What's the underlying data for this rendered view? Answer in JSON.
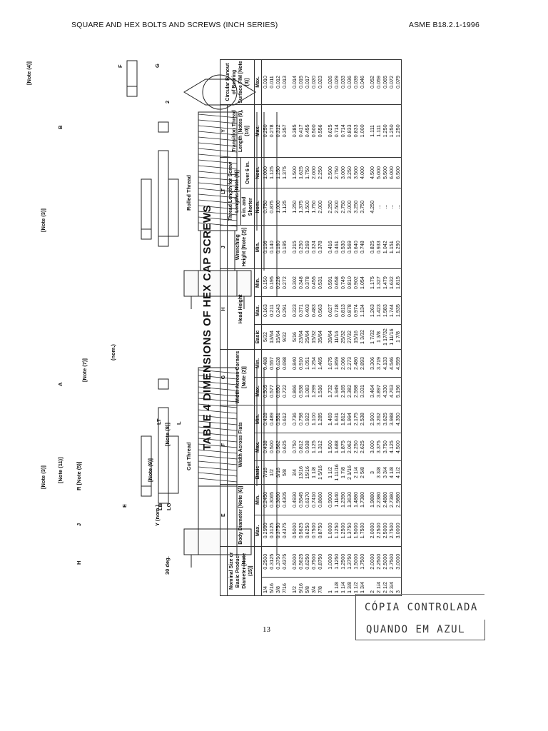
{
  "header": {
    "left": "SQUARE AND HEX BOLTS AND SCREWS (INCH SERIES)",
    "right": "ASME B18.2.1-1996"
  },
  "figure": {
    "cut_caption": "Cut Thread",
    "rolled_caption": "Rolled Thread",
    "labels": {
      "note3a": "[Note (3)]",
      "note3b": "[Note (3)]",
      "note4": "[Note (4)]",
      "note5": "R [Note (5)]",
      "note7": "[Note (7)]",
      "note8": "[Note (8)]",
      "note9": "[Note (9)]",
      "note11": "[Note (11)]",
      "angle": "30 deg.",
      "ynom": "Y (nom.)",
      "nom": "(nom.)",
      "two": "2",
      "ltg": "L",
      "h": "H",
      "j": "J",
      "e": "E",
      "f": "F",
      "g": "G",
      "a": "A",
      "b": "B",
      "lt": "LT",
      "lg": "LG",
      "lb": "LB"
    }
  },
  "table": {
    "title": "TABLE 4   DIMENSIONS OF HEX CAP SCREWS",
    "letters": [
      "E",
      "F",
      "G",
      "H",
      "J",
      "LT",
      "Y"
    ],
    "headers": {
      "nominal": "Nominal Size or Basic Product Diameter [Note (15)]",
      "body": "Body Diameter [Note (6)]",
      "flats": "Width Across Flats",
      "corners": "Width Across Corners [Note (2)]",
      "head": "Head Height",
      "wrench": "Wrenching Height [Note (2)]",
      "thread": "Thread Length for Screw Lengths [Note (9)]",
      "transition": "Transition Thread Length [Notes (9), (10)]",
      "runout": "Circular Runout of Bearing Surface FIM [Note (3)]",
      "six_shorter": "6 in. and Shorter",
      "over_six": "Over 6 in.",
      "max": "Max.",
      "min": "Min.",
      "basic": "Basic",
      "nom": "Nom."
    },
    "groups": [
      [
        [
          "1/4",
          "0.2500",
          "0.2500",
          "0.2450",
          "7/16",
          "0.438",
          "0.428",
          "0.505",
          "0.488",
          "5/32",
          "0.163",
          "0.150",
          "0.106",
          "0.750",
          "1.000",
          "0.250",
          "0.010"
        ],
        [
          "5/16",
          "0.3125",
          "0.3125",
          "0.3065",
          "1/2",
          "0.500",
          "0.489",
          "0.577",
          "0.557",
          "13/64",
          "0.211",
          "0.195",
          "0.140",
          "0.875",
          "1.125",
          "0.278",
          "0.011"
        ],
        [
          "3/8",
          "0.3750",
          "0.3750",
          "0.3690",
          "9/16",
          "0.562",
          "0.551",
          "0.650",
          "0.628",
          "15/64",
          "0.243",
          "0.226",
          "0.160",
          "1.000",
          "1.250",
          "0.312",
          "0.012"
        ],
        [
          "7/16",
          "0.4375",
          "0.4375",
          "0.4305",
          "5/8",
          "0.625",
          "0.612",
          "0.722",
          "0.698",
          "9/32",
          "0.291",
          "0.272",
          "0.195",
          "1.125",
          "1.375",
          "0.357",
          "0.013"
        ]
      ],
      [
        [
          "1/2",
          "0.5000",
          "0.5000",
          "0.4930",
          "3/4",
          "0.750",
          "0.736",
          "0.866",
          "0.840",
          "5/16",
          "0.323",
          "0.302",
          "0.215",
          "1.250",
          "1.500",
          "0.385",
          "0.014"
        ],
        [
          "9/16",
          "0.5625",
          "0.5625",
          "0.5545",
          "13/16",
          "0.812",
          "0.798",
          "0.938",
          "0.910",
          "23/64",
          "0.371",
          "0.348",
          "0.250",
          "1.375",
          "1.625",
          "0.417",
          "0.015"
        ],
        [
          "5/8",
          "0.6250",
          "0.6250",
          "0.6170",
          "15/16",
          "0.938",
          "0.922",
          "1.083",
          "1.051",
          "25/64",
          "0.403",
          "0.378",
          "0.269",
          "1.500",
          "1.750",
          "0.455",
          "0.017"
        ],
        [
          "3/4",
          "0.7500",
          "0.7500",
          "0.7410",
          "1 1/8",
          "1.125",
          "1.100",
          "1.299",
          "1.254",
          "15/32",
          "0.483",
          "0.455",
          "0.324",
          "1.750",
          "2.000",
          "0.500",
          "0.020"
        ],
        [
          "7/8",
          "0.8750",
          "0.8750",
          "0.8660",
          "1 5/16",
          "1.312",
          "1.285",
          "1.516",
          "1.465",
          "35/64",
          "0.563",
          "0.531",
          "0.378",
          "2.000",
          "2.250",
          "0.556",
          "0.023"
        ]
      ],
      [
        [
          "1",
          "1.0000",
          "1.0000",
          "0.9900",
          "1 1/2",
          "1.500",
          "1.469",
          "1.732",
          "1.675",
          "39/64",
          "0.627",
          "0.591",
          "0.416",
          "2.250",
          "2.500",
          "0.625",
          "0.026"
        ],
        [
          "1 1/8",
          "1.1250",
          "1.1250",
          "1.1140",
          "1 11/16",
          "1.688",
          "1.631",
          "1.949",
          "1.859",
          "11/16",
          "0.718",
          "0.658",
          "0.461",
          "2.500",
          "2.750",
          "0.714",
          "0.029"
        ],
        [
          "1 1/4",
          "1.2500",
          "1.2500",
          "1.2390",
          "1 7/8",
          "1.875",
          "1.812",
          "2.165",
          "2.066",
          "25/32",
          "0.813",
          "0.749",
          "0.530",
          "2.750",
          "3.000",
          "0.714",
          "0.033"
        ],
        [
          "1 3/8",
          "1.3750",
          "1.3750",
          "1.3630",
          "2 1/16",
          "2.062",
          "1.994",
          "2.382",
          "2.273",
          "27/32",
          "0.878",
          "0.810",
          "0.569",
          "3.000",
          "3.250",
          "0.833",
          "0.036"
        ],
        [
          "1 1/2",
          "1.5000",
          "1.5000",
          "1.4880",
          "2 1/4",
          "2.250",
          "2.175",
          "2.598",
          "2.480",
          "15/16",
          "0.974",
          "0.902",
          "0.640",
          "3.250",
          "3.500",
          "0.833",
          "0.039"
        ],
        [
          "1 3/4",
          "1.7500",
          "1.7500",
          "1.7380",
          "2 5/8",
          "2.625",
          "2.538",
          "3.031",
          "2.893",
          "1 3/32",
          "1.134",
          "1.054",
          "0.748",
          "3.750",
          "4.000",
          "1.000",
          "0.046"
        ]
      ],
      [
        [
          "2",
          "2.0000",
          "2.0000",
          "1.9880",
          "3",
          "3.000",
          "2.900",
          "3.464",
          "3.306",
          "1 7/32",
          "1.263",
          "1.175",
          "0.825",
          "4.250",
          "4.500",
          "1.111",
          "0.052"
        ],
        [
          "2 1/4",
          "2.2500",
          "2.2500",
          "2.2380",
          "3 3/8",
          "3.375",
          "3.262",
          "3.897",
          "3.719",
          "1 3/8",
          "1.423",
          "1.327",
          "0.933",
          "...",
          "5.000",
          "1.111",
          "0.059"
        ],
        [
          "2 1/2",
          "2.5000",
          "2.5000",
          "2.4880",
          "3 3/4",
          "3.750",
          "3.625",
          "4.330",
          "4.133",
          "1 17/32",
          "1.583",
          "1.479",
          "1.042",
          "...",
          "5.500",
          "1.250",
          "0.065"
        ],
        [
          "2 3/4",
          "2.7500",
          "2.7500",
          "2.7380",
          "4 1/8",
          "4.125",
          "3.988",
          "4.763",
          "4.546",
          "1 11/16",
          "1.744",
          "1.632",
          "1.151",
          "...",
          "6.000",
          "1.250",
          "0.072"
        ],
        [
          "3",
          "3.0000",
          "3.0000",
          "2.9880",
          "4 1/2",
          "4.500",
          "4.350",
          "5.196",
          "4.959",
          "1 7/8",
          "1.935",
          "1.815",
          "1.290",
          "...",
          "6.500",
          "1.250",
          "0.079"
        ]
      ]
    ]
  },
  "page_number": "13",
  "stamp": {
    "line1": "CÓPIA CONTROLADA",
    "line2": "QUANDO EM AZUL"
  }
}
